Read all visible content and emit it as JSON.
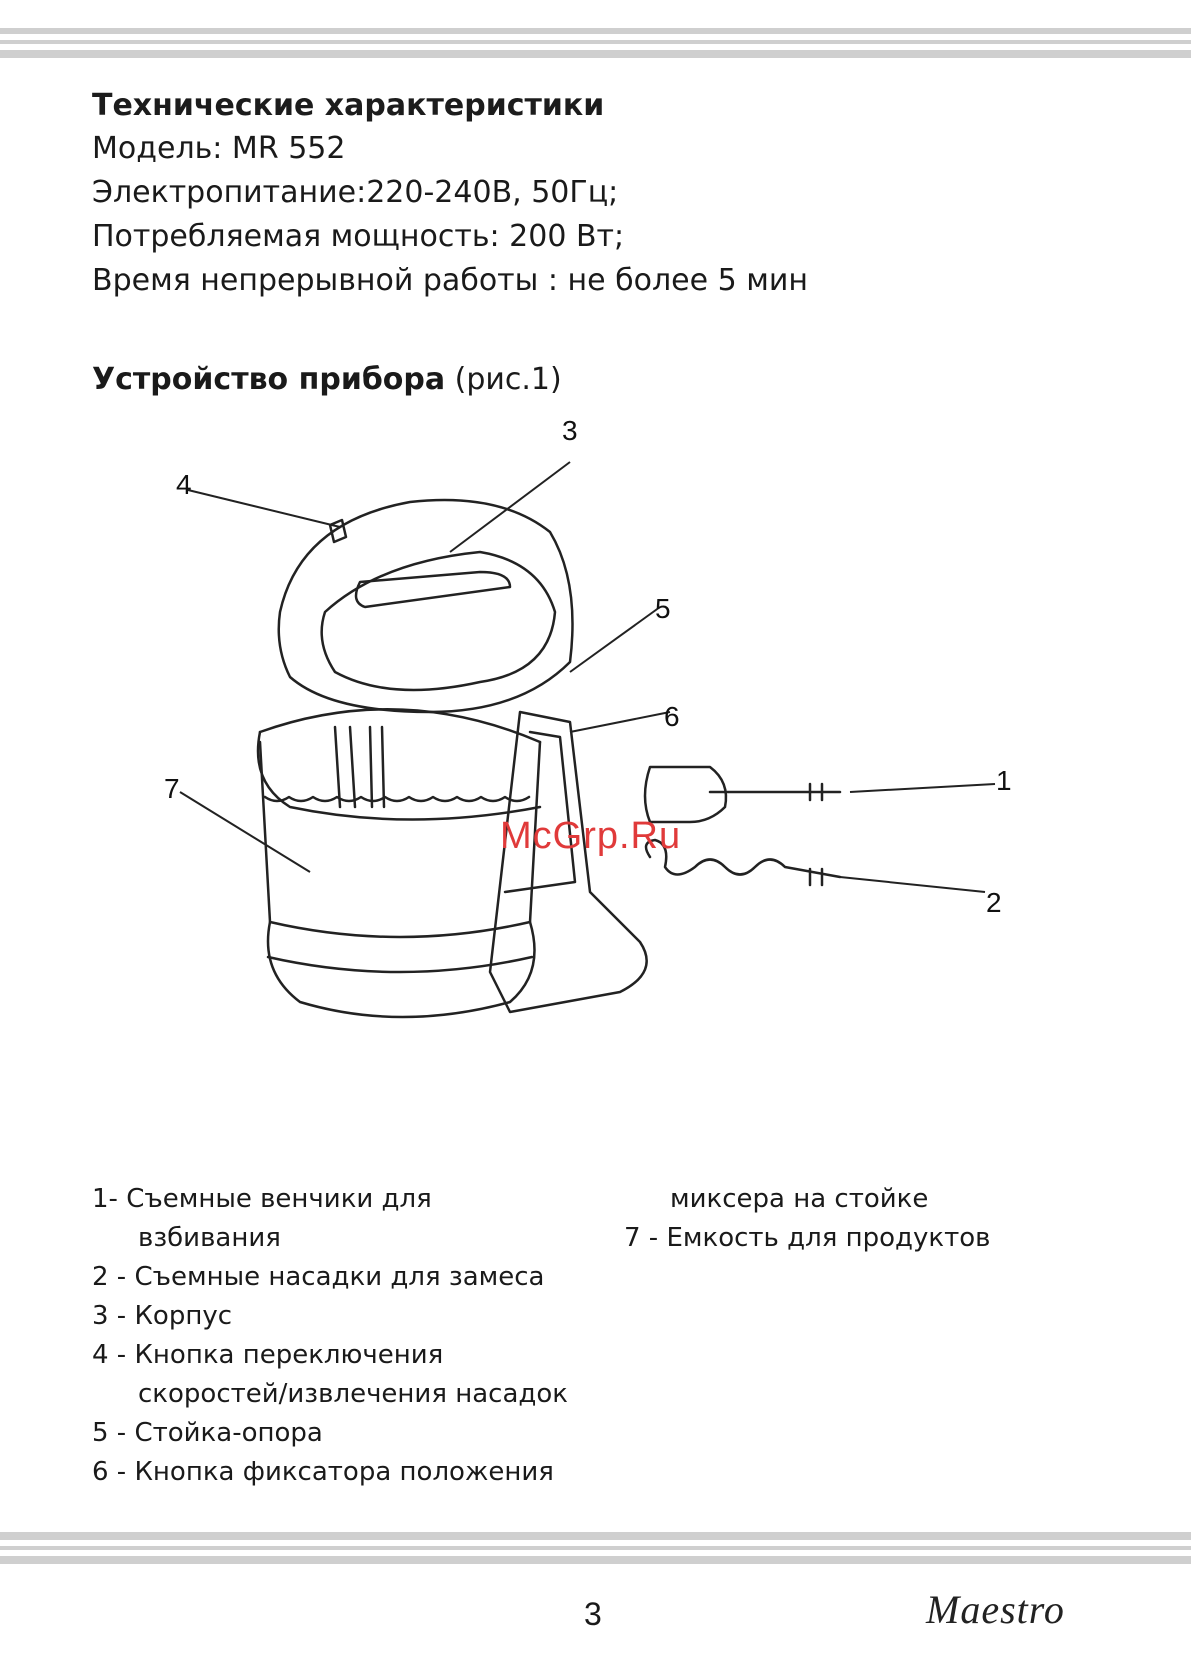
{
  "specs": {
    "title": "Технические характеристики",
    "lines": [
      "Модель: MR 552",
      "Электропитание:220-240В, 50Гц;",
      "Потребляемая мощность: 200 Вт;",
      "Время непрерывной работы : не более 5 мин"
    ]
  },
  "device": {
    "title_bold": "Устройство прибора",
    "title_ref": " (рис.1)"
  },
  "callouts": [
    "1",
    "2",
    "3",
    "4",
    "5",
    "6",
    "7"
  ],
  "watermark": "McGrp.Ru",
  "legend": {
    "left": [
      "1- Съемные венчики для",
      "взбивания",
      "2 - Съемные насадки для замеса",
      "3 - Корпус",
      "4 - Кнопка переключения",
      "скоростей/извлечения насадок",
      "5 - Стойка-опора",
      "6 - Кнопка фиксатора положения"
    ],
    "right": [
      "миксера на стойке",
      "7 - Емкость для продуктов"
    ]
  },
  "footer": {
    "page_number": "3",
    "brand": "Maestro"
  }
}
